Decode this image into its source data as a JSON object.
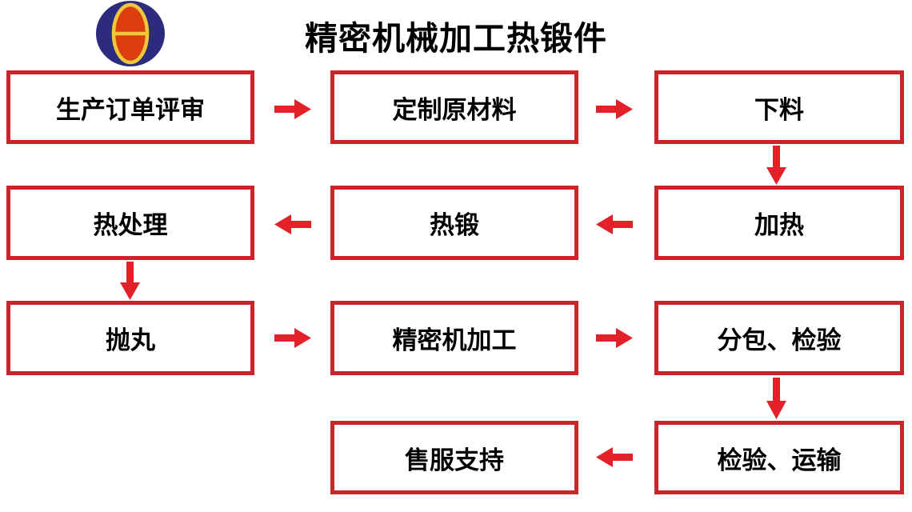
{
  "title": "精密机械加工热锻件",
  "colors": {
    "box_border": "#d0222a",
    "arrow": "#e22128",
    "text": "#000000",
    "background": "#ffffff",
    "logo_outer": "#2d2b7e",
    "logo_inner": "#dd3e10",
    "logo_ring": "#eec83a"
  },
  "flow": {
    "boxes": [
      {
        "id": "production-order-review",
        "label": "生产订单评审"
      },
      {
        "id": "custom-raw-material",
        "label": "定制原材料"
      },
      {
        "id": "blanking",
        "label": "下料"
      },
      {
        "id": "heat-treatment",
        "label": "热处理"
      },
      {
        "id": "hot-forging",
        "label": "热锻"
      },
      {
        "id": "heating",
        "label": "加热"
      },
      {
        "id": "shot-blasting",
        "label": "抛丸"
      },
      {
        "id": "precision-machining",
        "label": "精密机加工"
      },
      {
        "id": "subcontract-inspection",
        "label": "分包、检验"
      },
      {
        "id": "after-sales-support",
        "label": "售服支持"
      },
      {
        "id": "inspection-transport",
        "label": "检验、运输"
      }
    ],
    "connections": [
      {
        "from": "生产订单评审",
        "to": "定制原材料",
        "direction": "right"
      },
      {
        "from": "定制原材料",
        "to": "下料",
        "direction": "right"
      },
      {
        "from": "下料",
        "to": "加热",
        "direction": "down"
      },
      {
        "from": "加热",
        "to": "热锻",
        "direction": "left"
      },
      {
        "from": "热锻",
        "to": "热处理",
        "direction": "left"
      },
      {
        "from": "热处理",
        "to": "抛丸",
        "direction": "down"
      },
      {
        "from": "抛丸",
        "to": "精密机加工",
        "direction": "right"
      },
      {
        "from": "精密机加工",
        "to": "分包、检验",
        "direction": "right"
      },
      {
        "from": "分包、检验",
        "to": "检验、运输",
        "direction": "down"
      },
      {
        "from": "检验、运输",
        "to": "售服支持",
        "direction": "left"
      }
    ]
  }
}
